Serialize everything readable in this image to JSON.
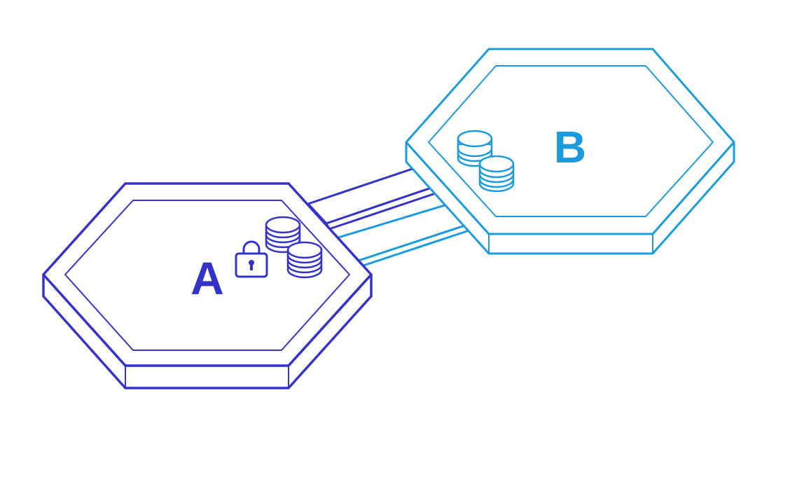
{
  "diagram": {
    "platform_a": {
      "label": "A",
      "color": "#3333cc",
      "icons": [
        "lock-icon",
        "coin-stack-icon",
        "coin-stack-icon"
      ]
    },
    "platform_b": {
      "label": "B",
      "color": "#1a9be0",
      "icons": [
        "coin-stack-icon",
        "coin-stack-icon"
      ]
    },
    "bridges": [
      {
        "from": "A",
        "to": "B",
        "color": "#3333cc"
      },
      {
        "from": "A",
        "to": "B",
        "color": "#1a9be0"
      }
    ]
  }
}
